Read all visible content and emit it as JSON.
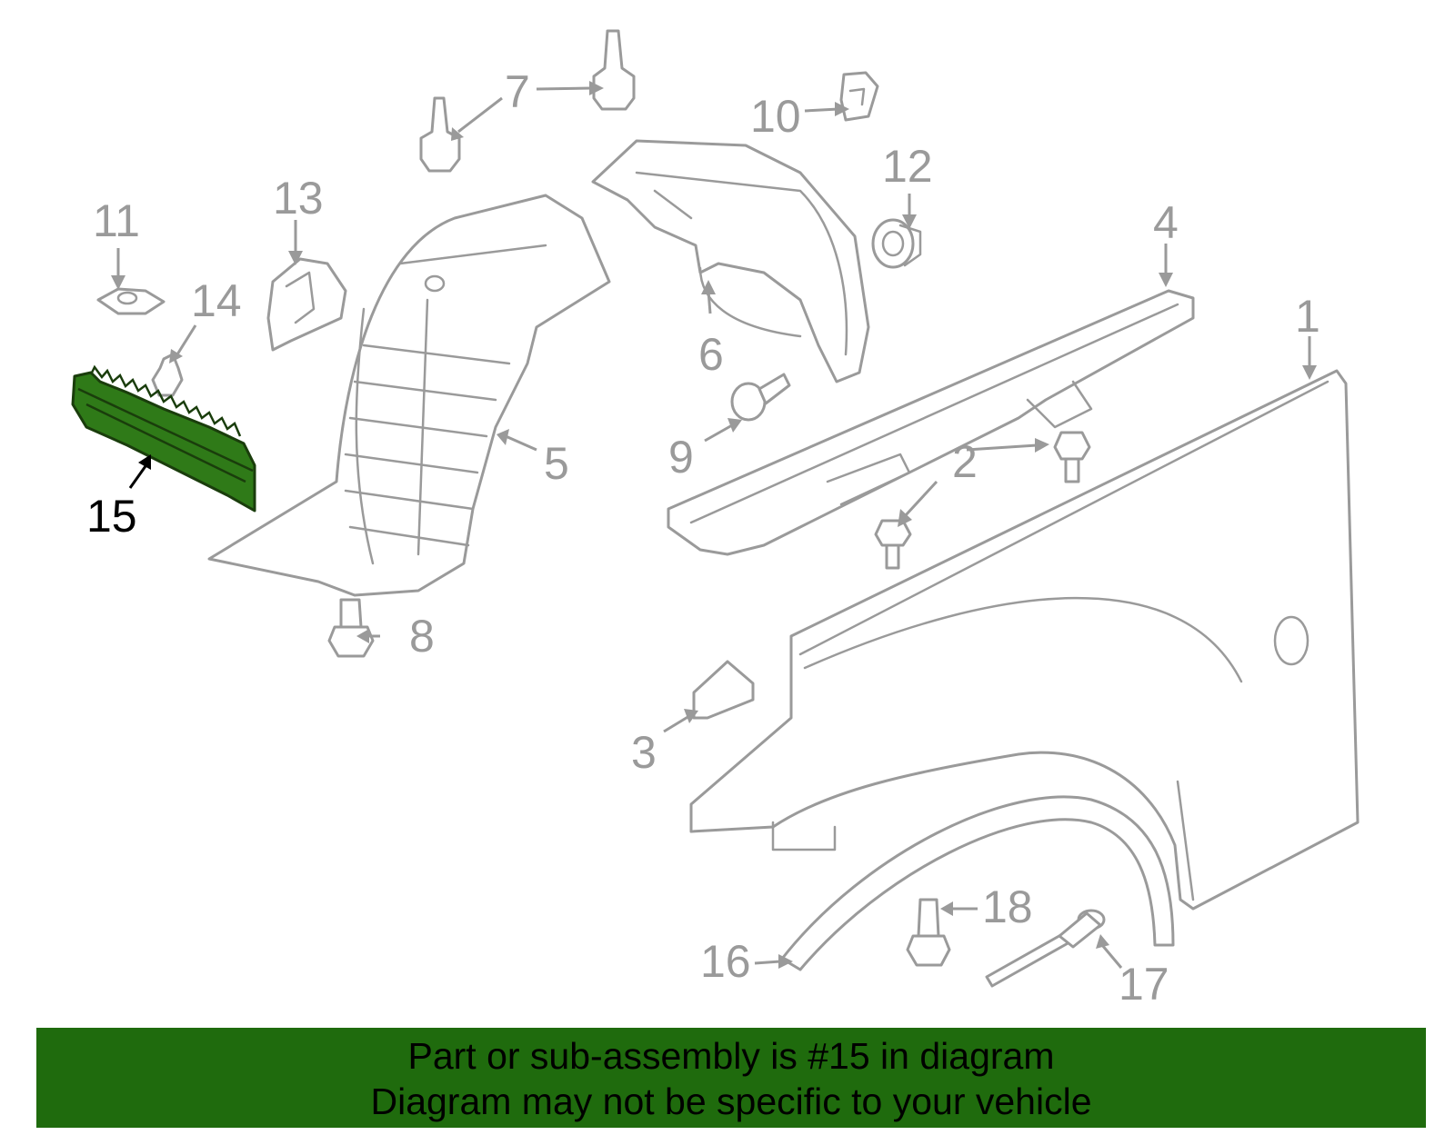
{
  "diagram": {
    "callouts": [
      {
        "id": "1",
        "label": "1"
      },
      {
        "id": "2",
        "label": "2"
      },
      {
        "id": "3",
        "label": "3"
      },
      {
        "id": "4",
        "label": "4"
      },
      {
        "id": "5",
        "label": "5"
      },
      {
        "id": "6",
        "label": "6"
      },
      {
        "id": "7",
        "label": "7"
      },
      {
        "id": "8",
        "label": "8"
      },
      {
        "id": "9",
        "label": "9"
      },
      {
        "id": "10",
        "label": "10"
      },
      {
        "id": "11",
        "label": "11"
      },
      {
        "id": "12",
        "label": "12"
      },
      {
        "id": "13",
        "label": "13"
      },
      {
        "id": "14",
        "label": "14"
      },
      {
        "id": "15",
        "label": "15"
      },
      {
        "id": "16",
        "label": "16"
      },
      {
        "id": "17",
        "label": "17"
      },
      {
        "id": "18",
        "label": "18"
      }
    ],
    "highlighted_part": "15",
    "colors": {
      "banner_background": "#1f6b0d",
      "highlight_fill": "#2f7a18",
      "line_gray": "#9a9a9a"
    }
  },
  "banner": {
    "line1": "Part or sub-assembly is #15 in diagram",
    "line2": "Diagram may not be specific to your vehicle"
  }
}
